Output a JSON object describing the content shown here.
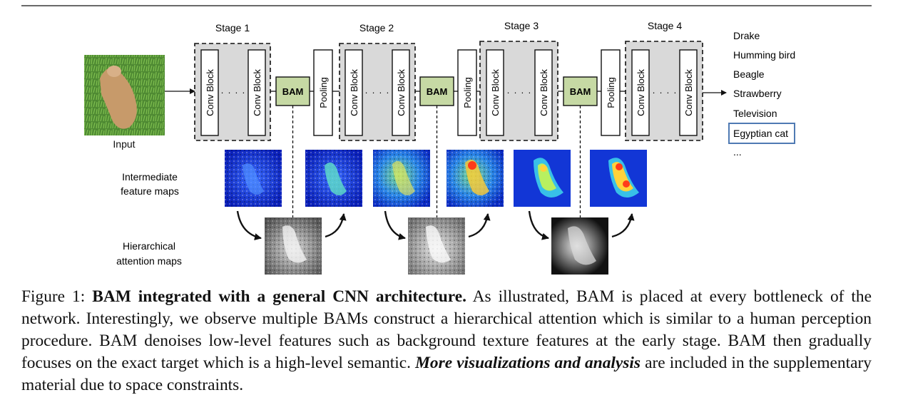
{
  "figure": {
    "stages": [
      "Stage 1",
      "Stage 2",
      "Stage 3",
      "Stage 4"
    ],
    "conv_block_label": "Conv Block",
    "dots": "· · · ·",
    "bam_label": "BAM",
    "pooling_label": "Pooling",
    "input_label": "Input",
    "row_labels": {
      "intermediate_line1": "Intermediate",
      "intermediate_line2": "feature maps",
      "attention_line1": "Hierarchical",
      "attention_line2": "attention maps"
    },
    "classes": [
      "Drake",
      "Humming bird",
      "Beagle",
      "Strawberry",
      "Television",
      "Egyptian cat",
      "..."
    ],
    "highlighted_class": "Egyptian cat",
    "colors": {
      "stage_fill": "#d9d9d9",
      "bam_fill": "#c6d9a4",
      "highlight_border": "#4f7ab3",
      "ink": "#111111"
    }
  },
  "caption": {
    "prefix": "Figure 1: ",
    "bold": "BAM integrated with a general CNN architecture.",
    "body": " As illustrated, BAM is placed at every bottleneck of the network. Interestingly, we observe multiple BAMs construct a hierarchical attention which is similar to a human perception procedure. BAM denoises low-level features such as background texture features at the early stage. BAM then gradually focuses on the exact target which is a high-level semantic. ",
    "bold_italic": "More visualizations and analysis",
    "suffix": " are included in the supplementary material due to space constraints."
  }
}
